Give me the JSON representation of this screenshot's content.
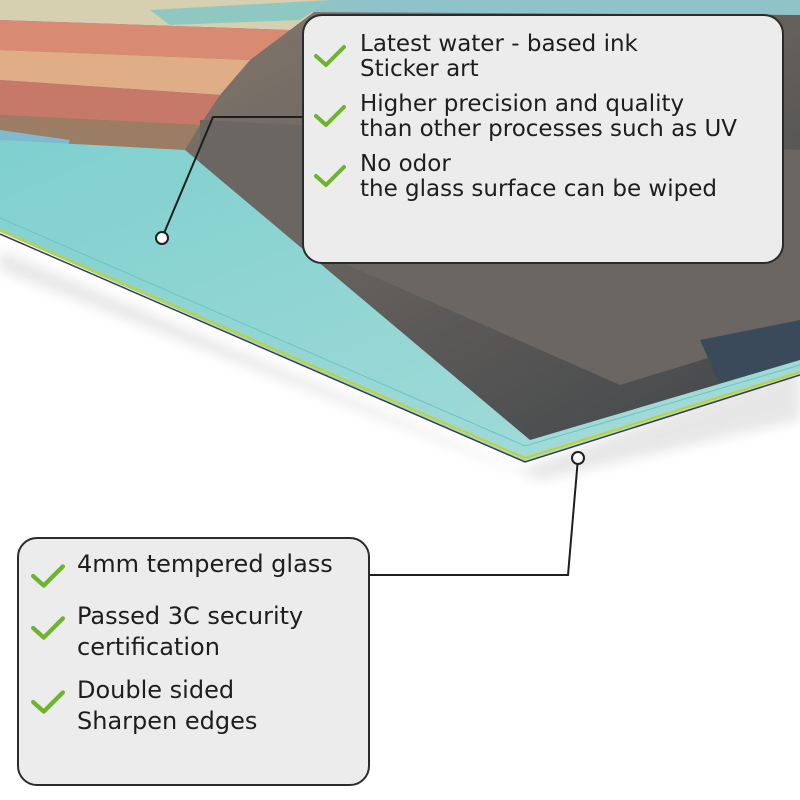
{
  "colors": {
    "glass_edge": "#8fd3d1",
    "check": "#6fb331",
    "callout_bg": "#ececec",
    "callout_border": "#2b2b2b"
  },
  "callouts": {
    "top": {
      "features": [
        {
          "icon": "check-icon",
          "lines": [
            "Latest water - based ink",
            "Sticker art"
          ]
        },
        {
          "icon": "check-icon",
          "lines": [
            "Higher precision and quality",
            "than other processes such as UV"
          ]
        },
        {
          "icon": "check-icon",
          "lines": [
            "No odor",
            "the glass surface can be wiped"
          ]
        }
      ]
    },
    "bottom": {
      "features": [
        {
          "icon": "check-icon",
          "lines": [
            "4mm tempered glass"
          ]
        },
        {
          "icon": "check-icon",
          "lines": [
            "Passed 3C security",
            "certification"
          ]
        },
        {
          "icon": "check-icon",
          "lines": [
            "Double sided",
            "Sharpen edges"
          ]
        }
      ]
    }
  }
}
